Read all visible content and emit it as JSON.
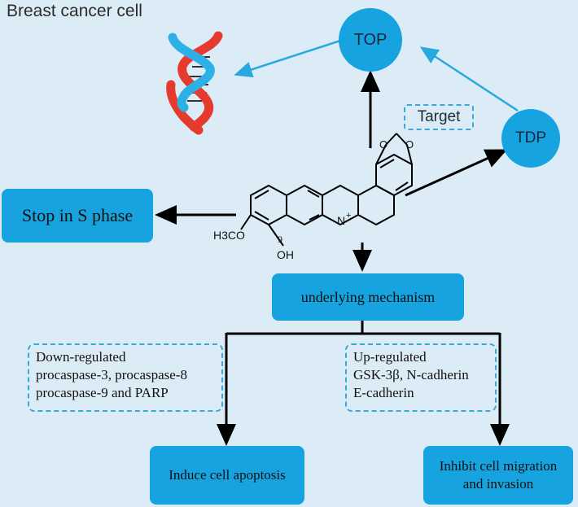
{
  "title": "Breast cancer cell",
  "nodes": {
    "top": "TOP",
    "tdp": "TDP",
    "target": "Target",
    "stop_s_phase": "Stop in S phase",
    "mechanism": "underlying mechanism",
    "apoptosis": "Induce cell apoptosis",
    "migration_line1": "Inhibit cell migration",
    "migration_line2": "and invasion"
  },
  "down_regulated": {
    "line1": "Down-regulated",
    "line2": "procaspase-3, procaspase-8",
    "line3": "procaspase-9 and PARP"
  },
  "up_regulated": {
    "line1": "Up-regulated",
    "line2": "GSK-3β, N-cadherin",
    "line3": "E-cadherin"
  },
  "molecule": {
    "methoxy": "H3CO",
    "hydroxyl": "OH",
    "position": "9",
    "nitrogen": "N",
    "charge": "+",
    "oxygen1": "O",
    "oxygen2": "O"
  },
  "colors": {
    "node_fill": "#17a3e0",
    "arrow_blue": "#29a8e0",
    "arrow_black": "#000000",
    "background": "#dcecf7"
  }
}
